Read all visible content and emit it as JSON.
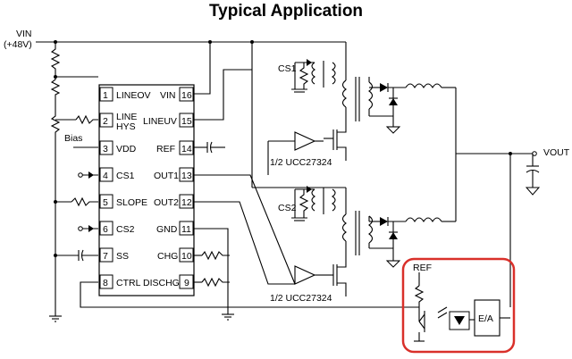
{
  "title": "Typical Application",
  "supply": {
    "label_line1": "VIN",
    "label_line2": "(+48V)"
  },
  "output_label": "VOUT",
  "bias_label": "Bias",
  "ic": {
    "left_pins": [
      {
        "num": "1",
        "name": "LINEOV",
        "name2": ""
      },
      {
        "num": "2",
        "name": "LINE",
        "name2": "HYS"
      },
      {
        "num": "3",
        "name": "VDD",
        "name2": ""
      },
      {
        "num": "4",
        "name": "CS1",
        "name2": ""
      },
      {
        "num": "5",
        "name": "SLOPE",
        "name2": ""
      },
      {
        "num": "6",
        "name": "CS2",
        "name2": ""
      },
      {
        "num": "7",
        "name": "SS",
        "name2": ""
      },
      {
        "num": "8",
        "name": "CTRL",
        "name2": ""
      }
    ],
    "right_pins": [
      {
        "num": "16",
        "name": "VIN"
      },
      {
        "num": "15",
        "name": "LINEUV"
      },
      {
        "num": "14",
        "name": "REF"
      },
      {
        "num": "13",
        "name": "OUT1"
      },
      {
        "num": "12",
        "name": "OUT2"
      },
      {
        "num": "11",
        "name": "GND"
      },
      {
        "num": "10",
        "name": "CHG"
      },
      {
        "num": "9",
        "name": "DISCHG"
      }
    ]
  },
  "drivers": [
    {
      "label": "1/2 UCC27324"
    },
    {
      "label": "1/2 UCC27324"
    }
  ],
  "sense_labels": [
    "CS1",
    "CS2"
  ],
  "feedback": {
    "ref_label": "REF",
    "amp_label": "E/A"
  },
  "highlight_color": "#d9302a"
}
